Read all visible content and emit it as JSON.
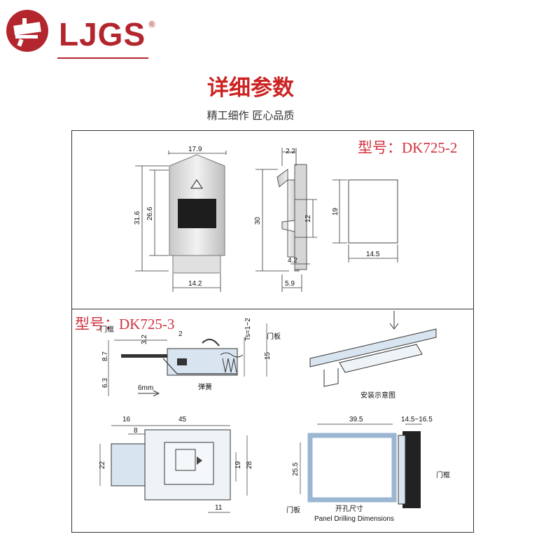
{
  "brand": {
    "name": "LJGS",
    "registered": "®",
    "color": "#b3262e",
    "icon": "brand-mark-icon"
  },
  "header": {
    "title": "详细参数",
    "subtitle": "精工细作 匠心品质",
    "title_color": "#cc2222"
  },
  "model_a": {
    "label": "型号：DK725-2",
    "dims": {
      "width_top": "17.9",
      "height_outer": "31.6",
      "height_inner": "26.6",
      "width_bottom": "14.2",
      "side_top": "2.2",
      "side_height": "30",
      "side_slot": "12",
      "side_small": "4.2",
      "side_bottom": "5.9",
      "cutout_height": "19",
      "cutout_width": "14.5"
    }
  },
  "model_b": {
    "label": "型号：DK725-3",
    "section": {
      "ts": "Ts=1~2",
      "door_frame": "门框",
      "door_panel": "门板",
      "spring": "弹簧",
      "d_3_2": "3.2",
      "d_2": "2",
      "d_8_7": "8.7",
      "d_6_3": "6.3",
      "d_15": "15",
      "travel": "6mm"
    },
    "install_caption": "安装示意图",
    "front": {
      "d_16": "16",
      "d_45": "45",
      "d_8": "8",
      "d_22": "22",
      "d_19": "19",
      "d_28": "28",
      "d_11": "11"
    },
    "drilling": {
      "width": "39.5",
      "range": "14.5~16.5",
      "height": "25.5",
      "door_frame": "门框",
      "door_panel": "门板",
      "caption_cn": "开孔尺寸",
      "caption_en": "Panel Drilling Dimensions"
    }
  }
}
